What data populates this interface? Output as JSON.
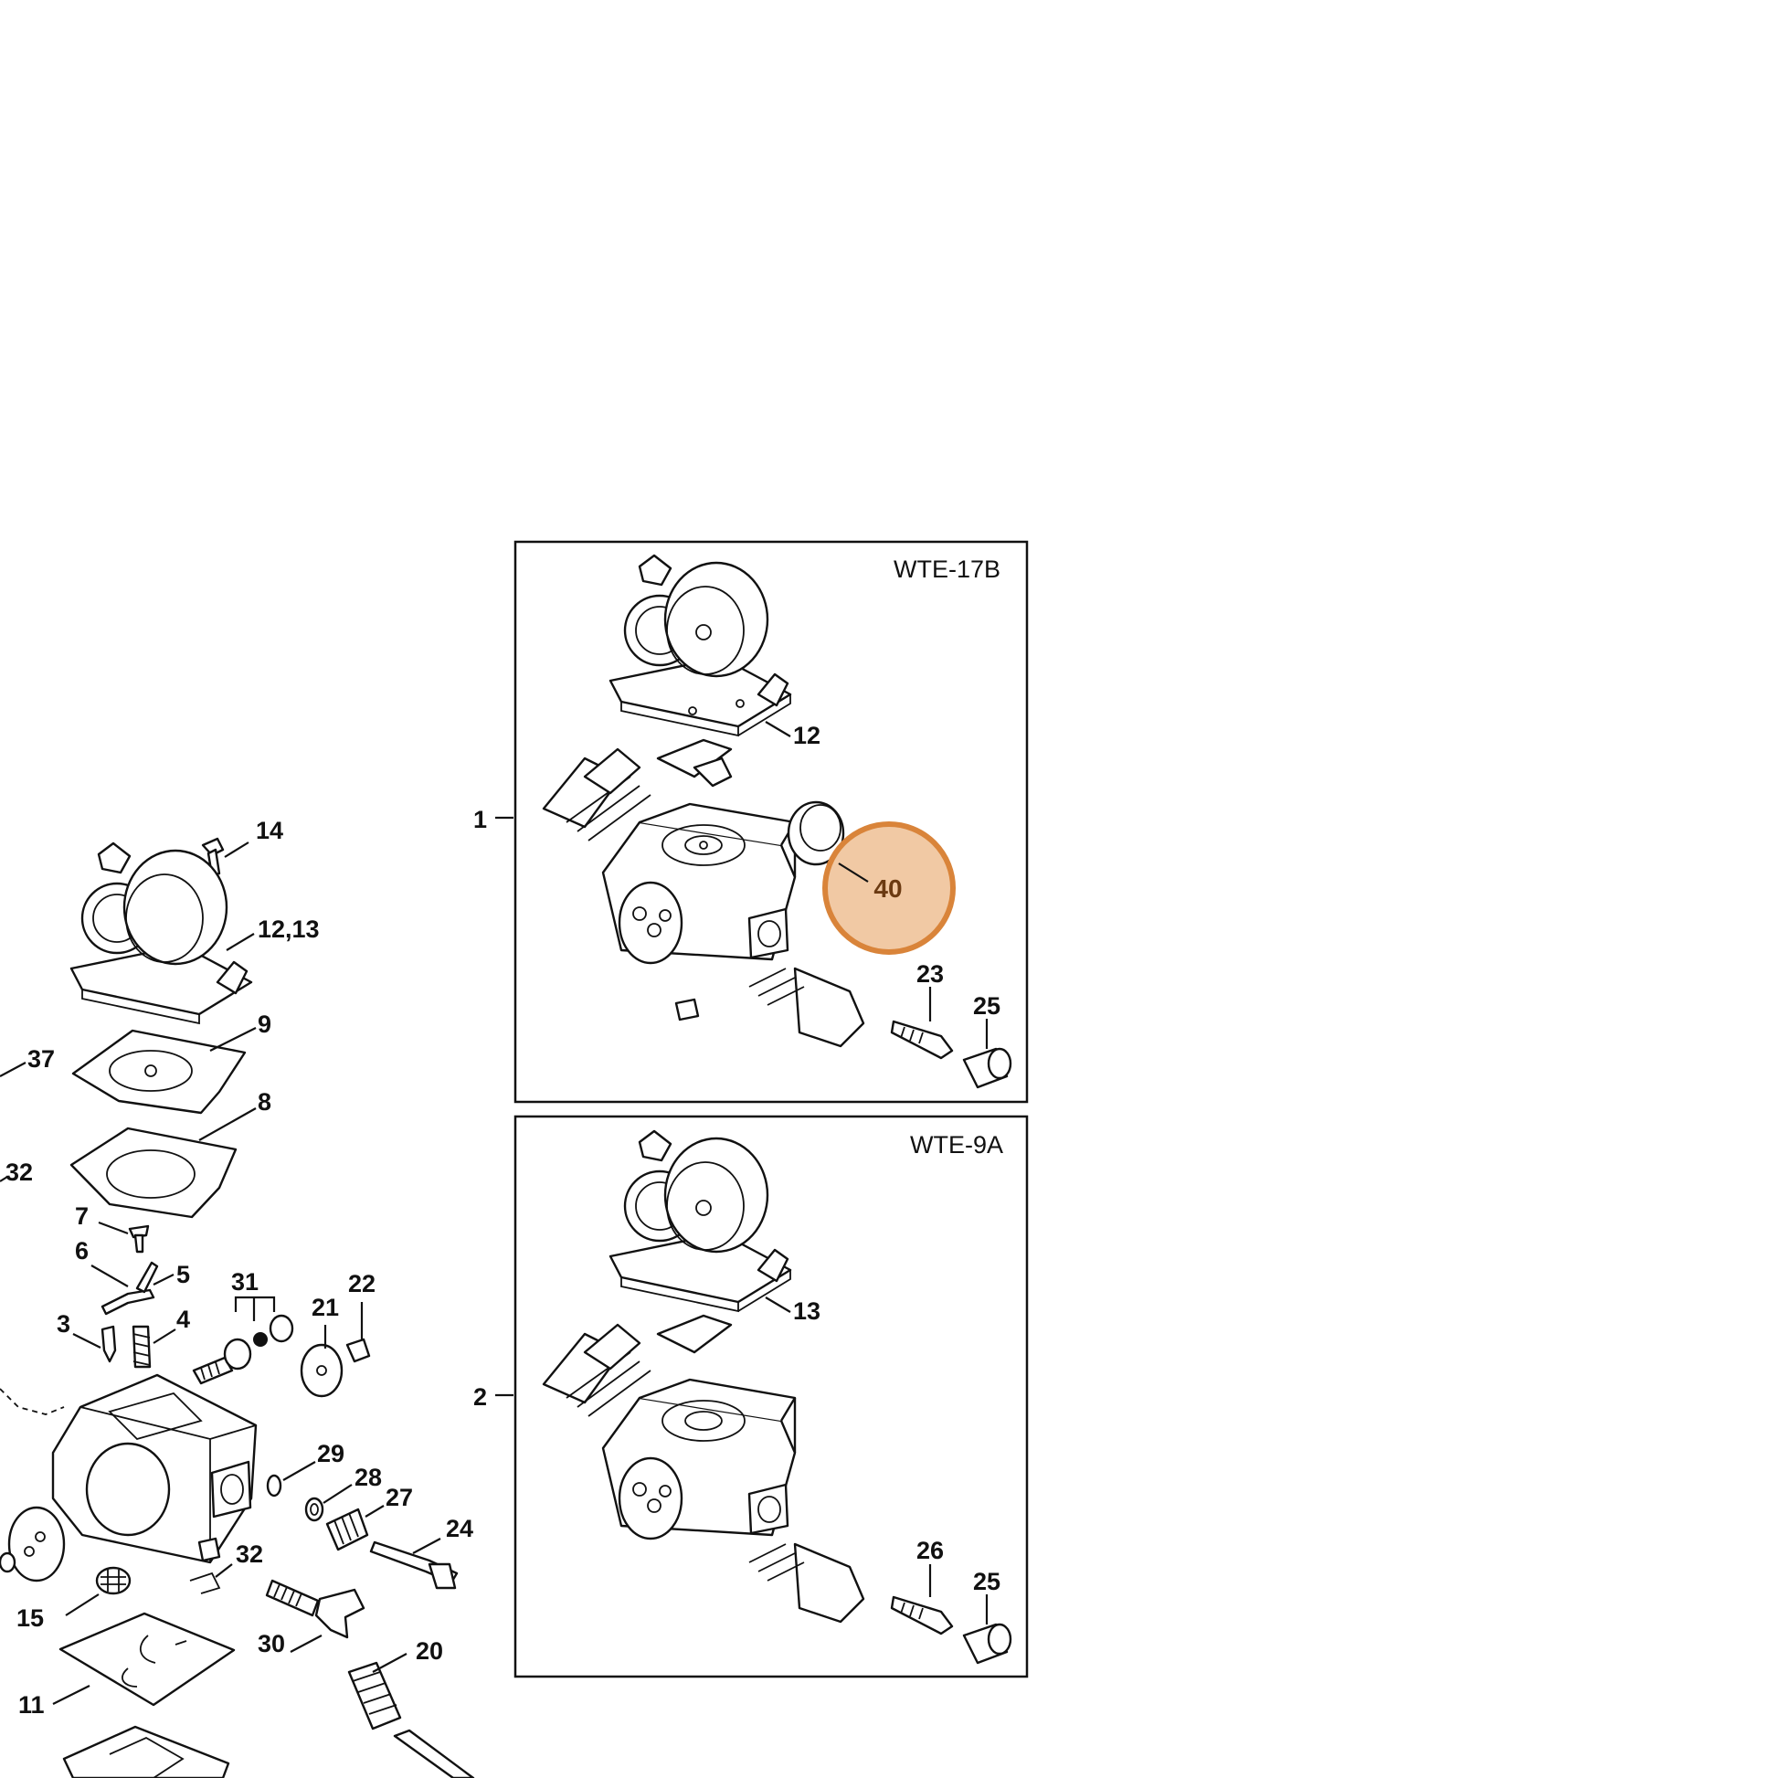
{
  "boxes": {
    "top": {
      "title": "WTE-17B"
    },
    "bottom": {
      "title": "WTE-9A"
    }
  },
  "callouts": {
    "left": [
      "14",
      "12,13",
      "9",
      "37",
      "8",
      "32",
      "7",
      "6",
      "5",
      "3",
      "4",
      "31",
      "21",
      "22",
      "29",
      "28",
      "27",
      "24",
      "32",
      "15",
      "30",
      "20",
      "11"
    ],
    "top_box": [
      "1",
      "12",
      "40",
      "23",
      "25"
    ],
    "bottom_box": [
      "2",
      "13",
      "26",
      "25"
    ]
  },
  "highlight": {
    "label": "40",
    "fill": "#f1c9a4",
    "stroke": "#d9843a"
  },
  "colors": {
    "line": "#111111",
    "background": "#ffffff"
  }
}
